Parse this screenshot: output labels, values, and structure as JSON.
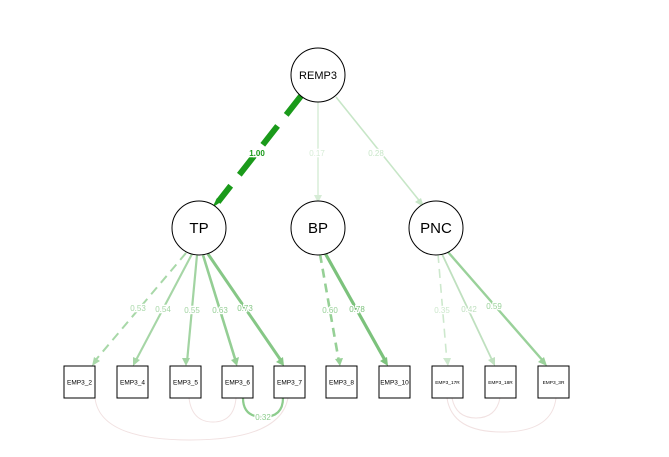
{
  "nodes": {
    "latent": [
      {
        "id": "REMP3",
        "label": "REMP3"
      },
      {
        "id": "TP",
        "label": "TP"
      },
      {
        "id": "BP",
        "label": "BP"
      },
      {
        "id": "PNC",
        "label": "PNC"
      }
    ],
    "observed": [
      {
        "id": "EMP3_2",
        "label": "EMP3_2"
      },
      {
        "id": "EMP3_4",
        "label": "EMP3_4"
      },
      {
        "id": "EMP3_5",
        "label": "EMP3_5"
      },
      {
        "id": "EMP3_6",
        "label": "EMP3_6"
      },
      {
        "id": "EMP3_7",
        "label": "EMP3_7"
      },
      {
        "id": "EMP3_8",
        "label": "EMP3_8"
      },
      {
        "id": "EMP3_10",
        "label": "EMP3_10"
      },
      {
        "id": "EMP3_17R",
        "label": "EMP3_17R"
      },
      {
        "id": "EMP3_18R",
        "label": "EMP3_18R"
      },
      {
        "id": "EMP3_3R",
        "label": "EMP3_3R"
      }
    ]
  },
  "paths": [
    {
      "from": "REMP3",
      "to": "TP",
      "label": "1.00",
      "color": "#1a9a1a",
      "dashed": true
    },
    {
      "from": "REMP3",
      "to": "BP",
      "label": "0.17",
      "color": "#d6ecd6",
      "dashed": false
    },
    {
      "from": "REMP3",
      "to": "PNC",
      "label": "0.28",
      "color": "#c7e6c7",
      "dashed": false
    },
    {
      "from": "TP",
      "to": "EMP3_2",
      "label": "0.53",
      "color": "#a8d8a8",
      "dashed": true
    },
    {
      "from": "TP",
      "to": "EMP3_4",
      "label": "0.54",
      "color": "#a6d6a6",
      "dashed": false
    },
    {
      "from": "TP",
      "to": "EMP3_5",
      "label": "0.55",
      "color": "#a2d4a2",
      "dashed": false
    },
    {
      "from": "TP",
      "to": "EMP3_6",
      "label": "0.63",
      "color": "#94ce94",
      "dashed": false
    },
    {
      "from": "TP",
      "to": "EMP3_7",
      "label": "0.73",
      "color": "#86c786",
      "dashed": false
    },
    {
      "from": "BP",
      "to": "EMP3_8",
      "label": "0.60",
      "color": "#96d096",
      "dashed": true
    },
    {
      "from": "BP",
      "to": "EMP3_10",
      "label": "0.78",
      "color": "#7cc27c",
      "dashed": false
    },
    {
      "from": "PNC",
      "to": "EMP3_17R",
      "label": "0.35",
      "color": "#cde8cd",
      "dashed": true
    },
    {
      "from": "PNC",
      "to": "EMP3_18R",
      "label": "0.42",
      "color": "#bfe0bf",
      "dashed": false
    },
    {
      "from": "PNC",
      "to": "EMP3_3R",
      "label": "0.59",
      "color": "#9ad19a",
      "dashed": false
    }
  ],
  "covariances": [
    {
      "a": "EMP3_6",
      "b": "EMP3_7",
      "label": "0.32",
      "color": "#8dcc8d"
    },
    {
      "a": "EMP3_5",
      "b": "EMP3_6",
      "label": "",
      "color": "#f1e1e1"
    },
    {
      "a": "EMP3_2",
      "b": "EMP3_7",
      "label": "",
      "color": "#f1e1e1"
    },
    {
      "a": "EMP3_17R",
      "b": "EMP3_18R",
      "label": "",
      "color": "#f1e1e1"
    },
    {
      "a": "EMP3_17R",
      "b": "EMP3_3R",
      "label": "",
      "color": "#f1e1e1"
    }
  ]
}
